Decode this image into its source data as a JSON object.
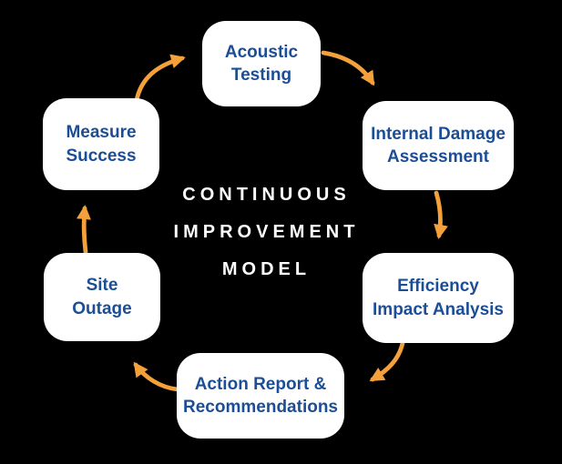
{
  "diagram": {
    "center_title": {
      "lines": [
        "CONTINUOUS",
        "IMPROVEMENT",
        "MODEL"
      ]
    },
    "nodes": [
      {
        "id": "acoustic-testing",
        "lines": [
          "Acoustic",
          "Testing"
        ]
      },
      {
        "id": "internal-damage-assessment",
        "lines": [
          "Internal Damage",
          "Assessment"
        ]
      },
      {
        "id": "efficiency-impact-analysis",
        "lines": [
          "Efficiency",
          "Impact Analysis"
        ]
      },
      {
        "id": "action-report-recommendations",
        "lines": [
          "Action Report &",
          "Recommendations"
        ]
      },
      {
        "id": "site-outage",
        "lines": [
          "Site",
          "Outage"
        ]
      },
      {
        "id": "measure-success",
        "lines": [
          "Measure",
          "Success"
        ]
      }
    ],
    "edges": [
      {
        "from": "acoustic-testing",
        "to": "internal-damage-assessment"
      },
      {
        "from": "internal-damage-assessment",
        "to": "efficiency-impact-analysis"
      },
      {
        "from": "efficiency-impact-analysis",
        "to": "action-report-recommendations"
      },
      {
        "from": "action-report-recommendations",
        "to": "site-outage"
      },
      {
        "from": "site-outage",
        "to": "measure-success"
      },
      {
        "from": "measure-success",
        "to": "acoustic-testing"
      }
    ],
    "colors": {
      "background": "#000000",
      "node_background": "#FFFFFF",
      "node_text": "#1B4E96",
      "arrow": "#F4A13B",
      "title_text": "#FFFFFF"
    }
  }
}
